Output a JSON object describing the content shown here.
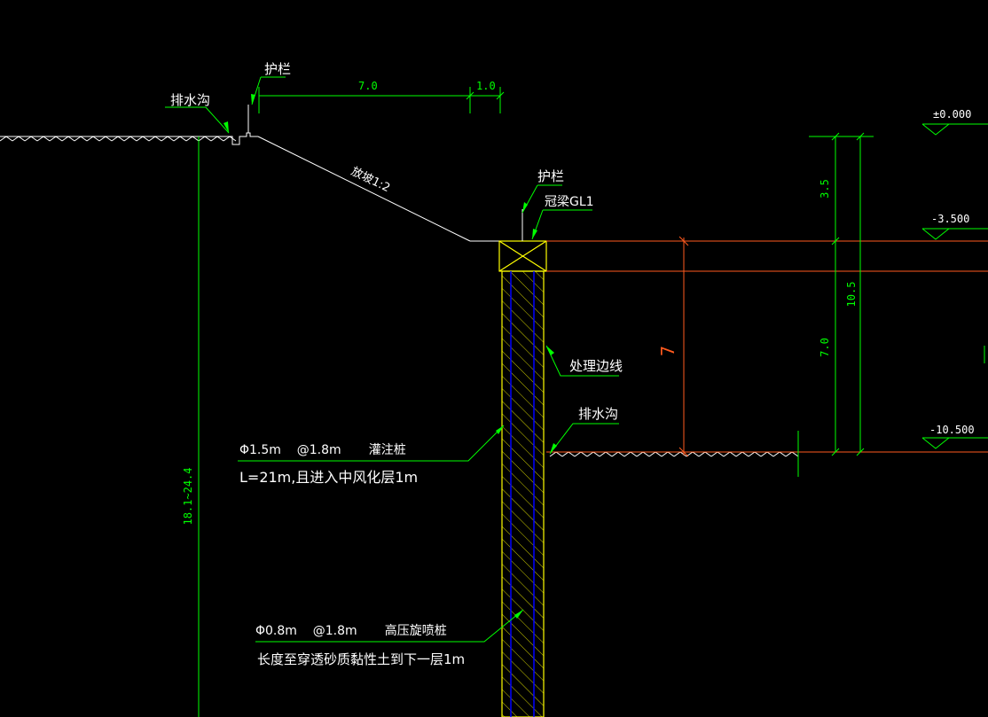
{
  "colors": {
    "background": "#000000",
    "white": "#ffffff",
    "green": "#00ff00",
    "orange": "#ff5a1e",
    "yellow": "#ffff00",
    "blue": "#0000ff"
  },
  "labels": {
    "drain_ditch_top": "排水沟",
    "guardrail_top": "护栏",
    "dim_7": "7.0",
    "dim_1": "1.0",
    "slope": "放坡1:2",
    "guardrail_mid": "护栏",
    "crown_beam": "冠梁GL1",
    "treatment_line": "处理边线",
    "drain_ditch_bottom": "排水沟",
    "bored_pile_spec": "Φ1.5m    @1.8m       灌注桩",
    "bored_pile_length": "L=21m,且进入中风化层1m",
    "jet_pile_spec": "Φ0.8m    @1.8m       高压旋喷桩",
    "jet_pile_length": "长度至穿透砂质黏性土到下一层1m",
    "left_height": "18.1~24.4",
    "orange_dim": "7",
    "elev_0": "±0.000",
    "elev_35": "-3.500",
    "elev_105": "-10.500",
    "dim_35": "3.5",
    "dim_70": "7.0",
    "dim_105": "10.5"
  }
}
